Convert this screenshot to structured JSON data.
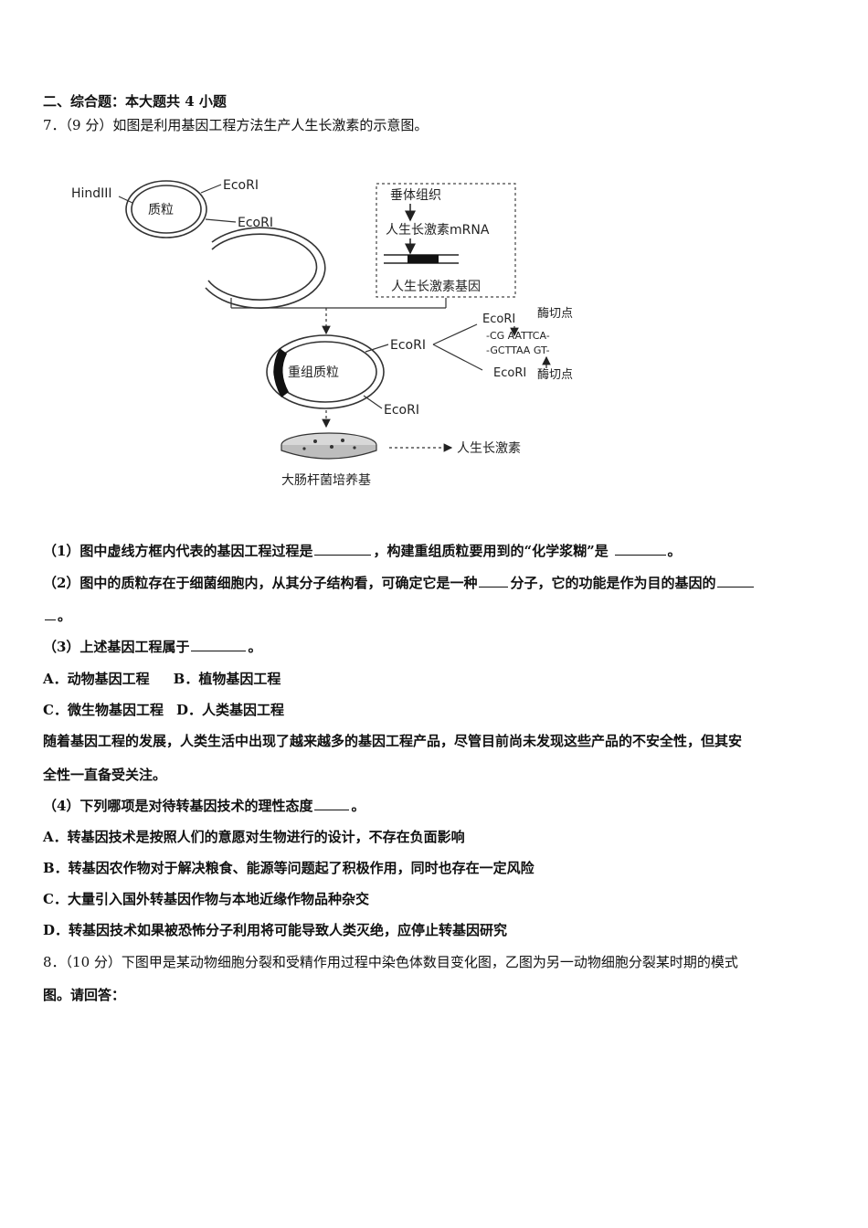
{
  "section_heading": "二、综合题：本大题共 4 小题",
  "q7": {
    "stem": "7．（9 分）如图是利用基因工程方法生产人生长激素的示意图。",
    "diagram": {
      "hindiii": "HindIII",
      "plasmid": "质粒",
      "ecori": "EcoRI",
      "pituitary": "垂体组织",
      "mrna": "人生长激素mRNA",
      "gene": "人生长激素基因",
      "recombinant": "重组质粒",
      "cut_site": "酶切点",
      "seq_top": "-CG AATTCA-",
      "seq_bottom": "-GCTTAA GT-",
      "culture": "大肠杆菌培养基",
      "hormone": "人生长激素"
    },
    "p1a": "（1）图中虚线方框内代表的基因工程过程是",
    "p1b": "，构建重组质粒要用到的“化学浆糊”是",
    "p1c": "。",
    "p2a": "（2）图中的质粒存在于细菌细胞内，从其分子结构看，可确定它是一种",
    "p2b": "分子，它的功能是作为目的基因的",
    "p2c": "。",
    "p3": "（3）上述基因工程属于",
    "p3end": "。",
    "optA": "A．动物基因工程",
    "optB": "B．植物基因工程",
    "optC": "C．微生物基因工程",
    "optD": "D．人类基因工程",
    "para1": "随着基因工程的发展，人类生活中出现了越来越多的基因工程产品，尽管目前尚未发现这些产品的不安全性，但其安",
    "para2": "全性一直备受关注。",
    "p4": "（4）下列哪项是对待转基因技术的理性态度",
    "p4end": "。",
    "p4A": "A．转基因技术是按照人们的意愿对生物进行的设计，不存在负面影响",
    "p4B": "B．转基因农作物对于解决粮食、能源等问题起了积极作用，同时也存在一定风险",
    "p4C": "C．大量引入国外转基因作物与本地近缘作物品种杂交",
    "p4D": "D．转基因技术如果被恐怖分子利用将可能导致人类灭绝，应停止转基因研究"
  },
  "q8": {
    "line1": "8．（10 分）下图甲是某动物细胞分裂和受精作用过程中染色体数目变化图，乙图为另一动物细胞分裂某时期的模式",
    "line2": "图。请回答："
  }
}
